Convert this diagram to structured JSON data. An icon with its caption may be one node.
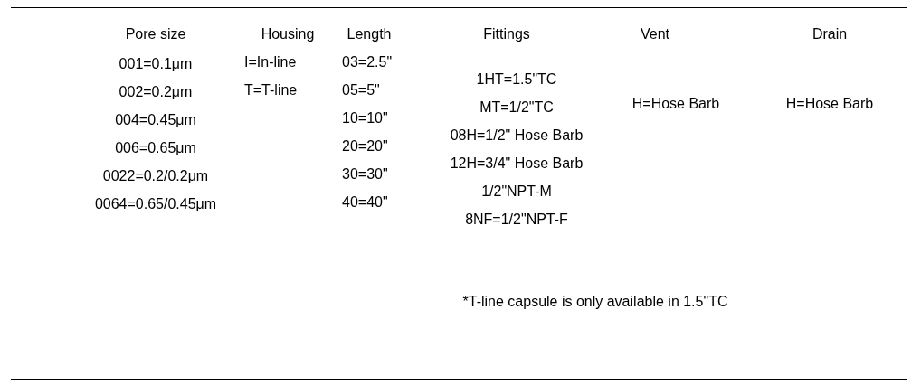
{
  "diagram": {
    "labels": [
      "Pore size",
      "Housing",
      "Length",
      "Fittings",
      "Vent",
      "Drain",
      "001=0.1μm",
      "002=0.2μm",
      "004=0.45μm",
      "006=0.65μm",
      "0022=0.2/0.2μm",
      "0064=0.65/0.45μm",
      "I=In-line",
      "T=T-line",
      "03=2.5\"",
      "05=5\"",
      "10=10\"",
      "20=20\"",
      "30=30\"",
      "40=40\"",
      "1HT=1.5\"TC",
      "MT=1/2\"TC",
      "08H=1/2\" Hose Barb",
      "12H=3/4\" Hose Barb",
      "1/2\"NPT-M",
      "8NF=1/2\"NPT-F",
      "*T-line capsule is only available in 1.5\"TC",
      "H=Hose Barb",
      "H=Hose Barb"
    ]
  }
}
